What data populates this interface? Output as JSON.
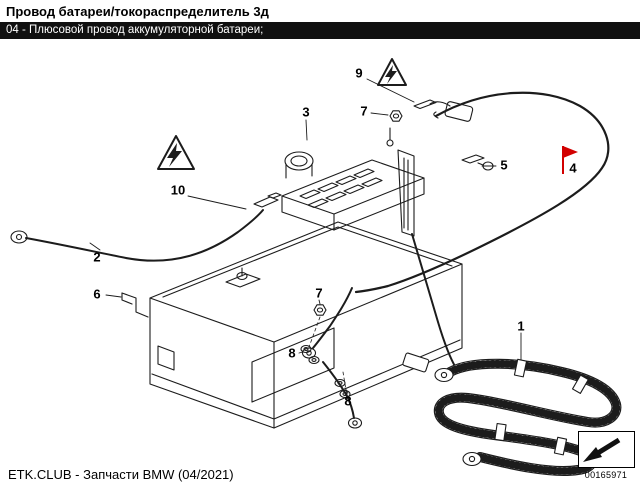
{
  "header": {
    "title": "Провод батареи/токораспределитель 3д",
    "subtitle": "04 - Плюсовой провод аккумуляторной батареи;"
  },
  "diagram": {
    "callouts": {
      "c1": {
        "label": "1"
      },
      "c2": {
        "label": "2"
      },
      "c3": {
        "label": "3"
      },
      "c4": {
        "label": "4"
      },
      "c5": {
        "label": "5"
      },
      "c6": {
        "label": "6"
      },
      "c7a": {
        "label": "7"
      },
      "c7b": {
        "label": "7"
      },
      "c8a": {
        "label": "8"
      },
      "c8b": {
        "label": "8"
      },
      "c9": {
        "label": "9"
      },
      "c10": {
        "label": "10"
      }
    },
    "highlight_color": "#d20000",
    "line_color": "#1c1c1c",
    "icons": [
      "high-voltage-warning-triangle",
      "high-voltage-warning-triangle",
      "direction-arrow"
    ]
  },
  "footer": {
    "caption": "ETK.CLUB - Запчасти BMW (04/2021)",
    "doc_number": "00165971"
  },
  "colors": {
    "subtitle_bar_bg": "#101010",
    "highlight": "#d20000"
  }
}
